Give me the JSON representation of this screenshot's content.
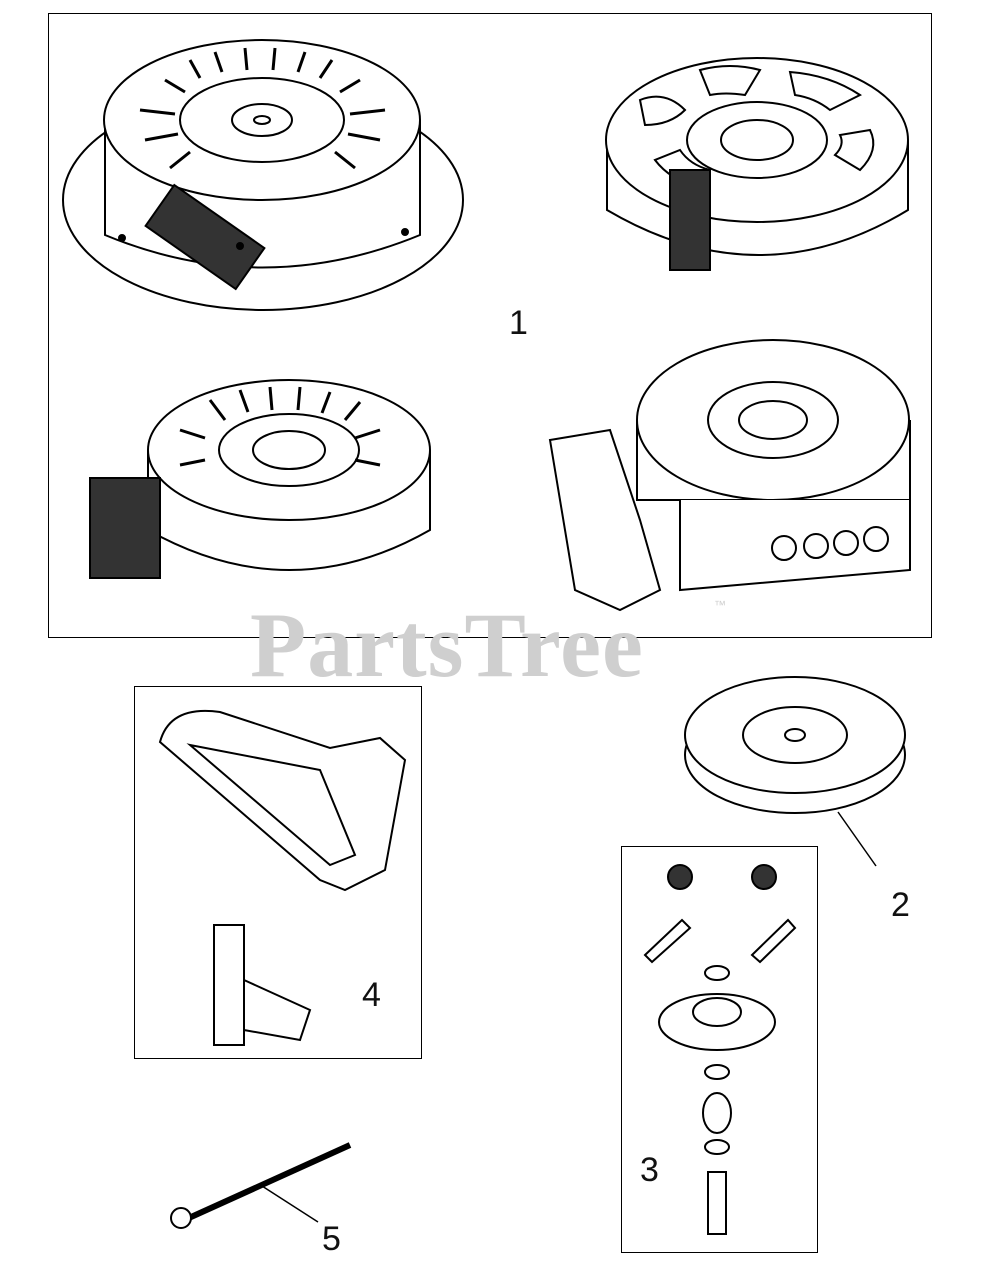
{
  "watermark": {
    "text": "PartsTree",
    "tm": "™"
  },
  "callouts": {
    "c1": "1",
    "c2": "2",
    "c3": "3",
    "c4": "4",
    "c5": "5"
  }
}
